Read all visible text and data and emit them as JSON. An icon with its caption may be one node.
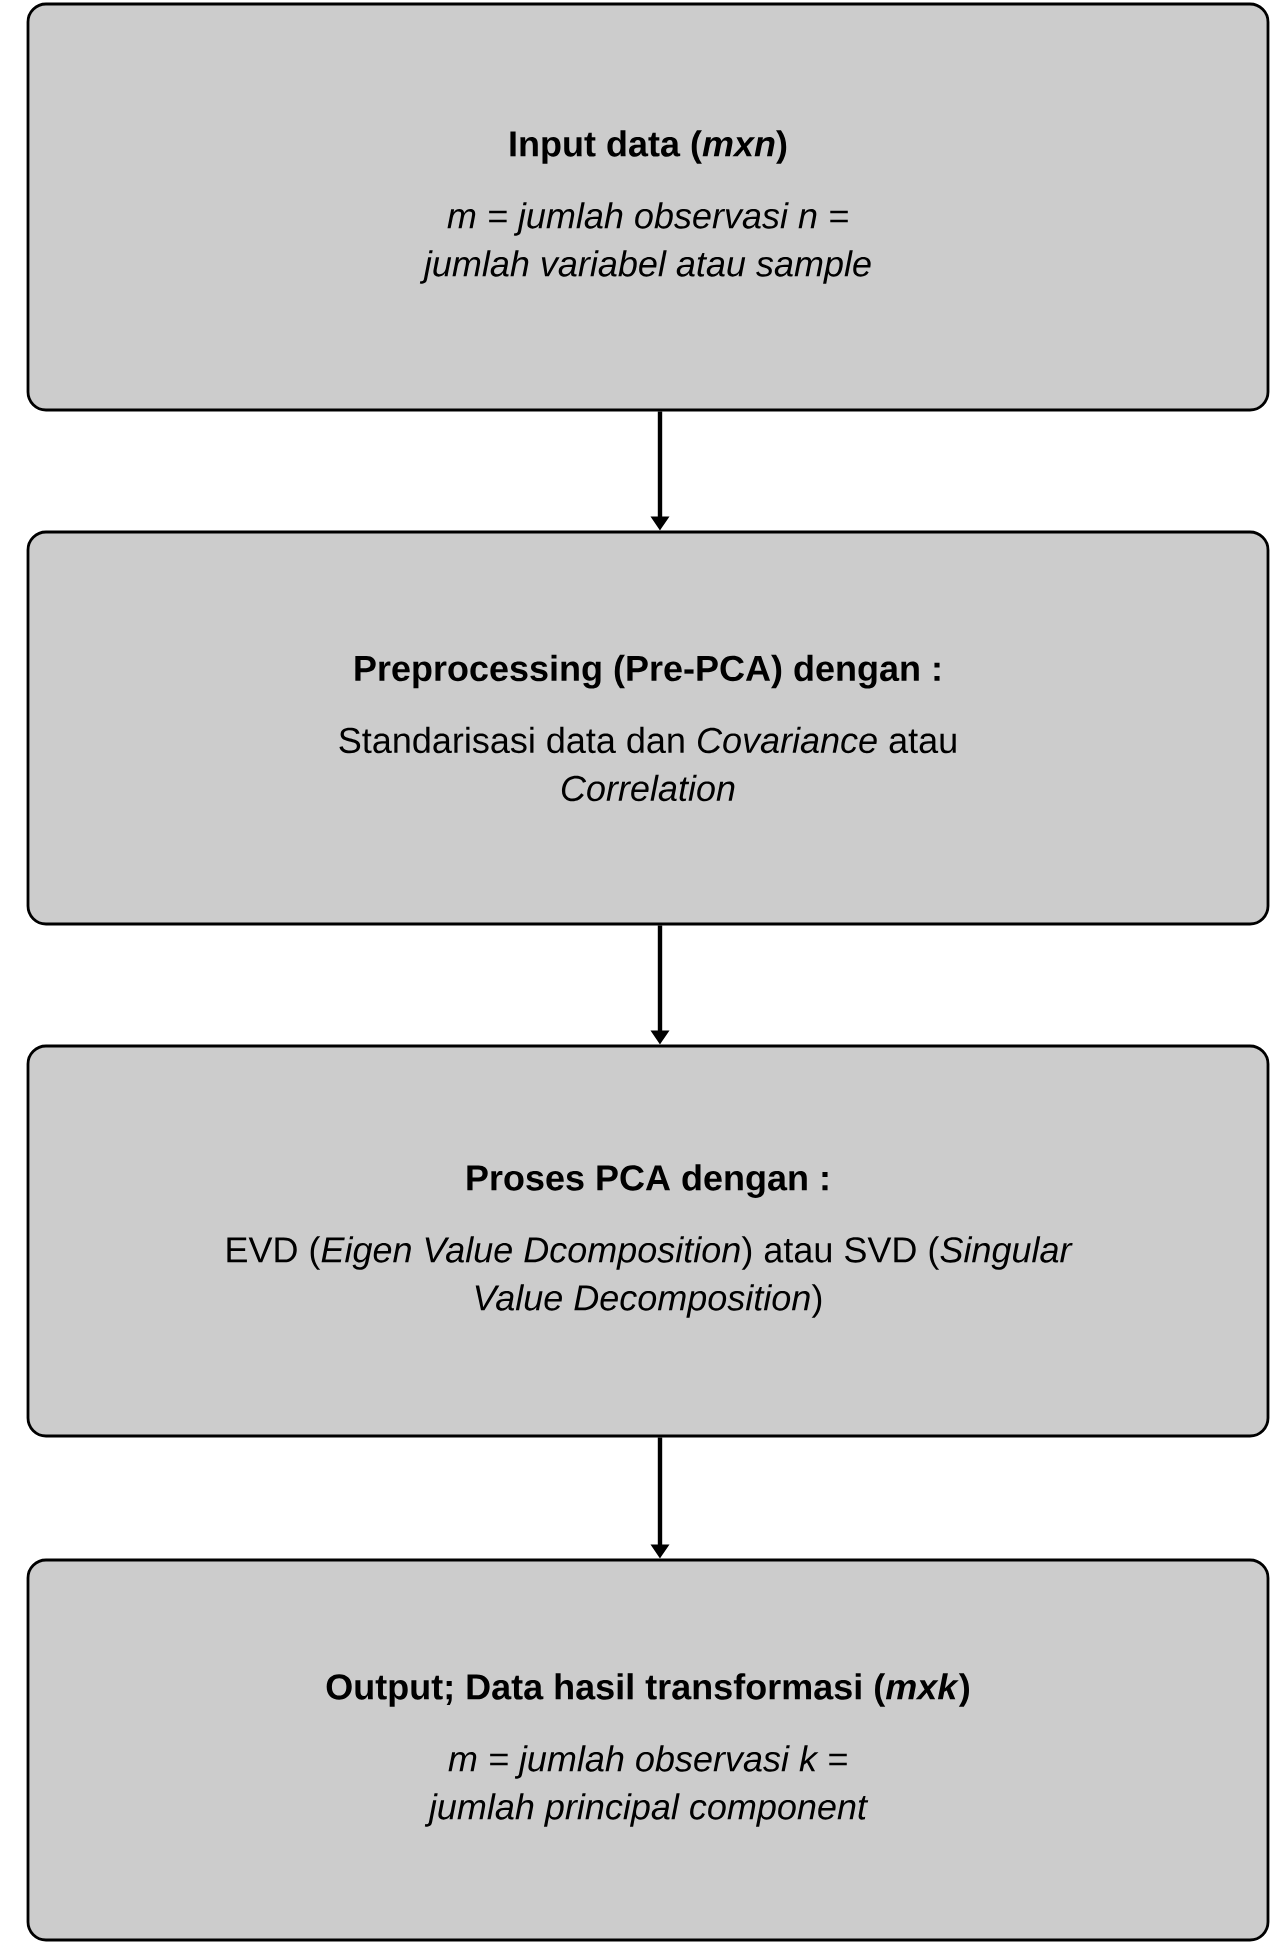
{
  "diagram": {
    "nodes": [
      {
        "text": [
          "Input data (*mxn*)",
          "m = jumlah observasi n = jumlah variabel atau sample"
        ]
      },
      {
        "text": [
          "Preprocessing (Pre-PCA) dengan :",
          "Standarisasi data dan *Covariance* atau *Correlation*"
        ]
      },
      {
        "text": [
          "Proses PCA dengan :",
          "EVD (*Eigen Value Dcomposition*) atau SVD (*Singular  Value Decomposition*)"
        ]
      },
      {
        "text": [
          "Output; Data hasil transformasi (*mxk*)",
          "m = jumlah observasi k = jumlah principal component"
        ]
      }
    ],
    "edges": [
      {
        "from": 0,
        "to": 1,
        "arrow": "to"
      },
      {
        "from": 1,
        "to": 2,
        "arrow": "to"
      },
      {
        "from": 2,
        "to": 3,
        "arrow": "to"
      }
    ]
  }
}
